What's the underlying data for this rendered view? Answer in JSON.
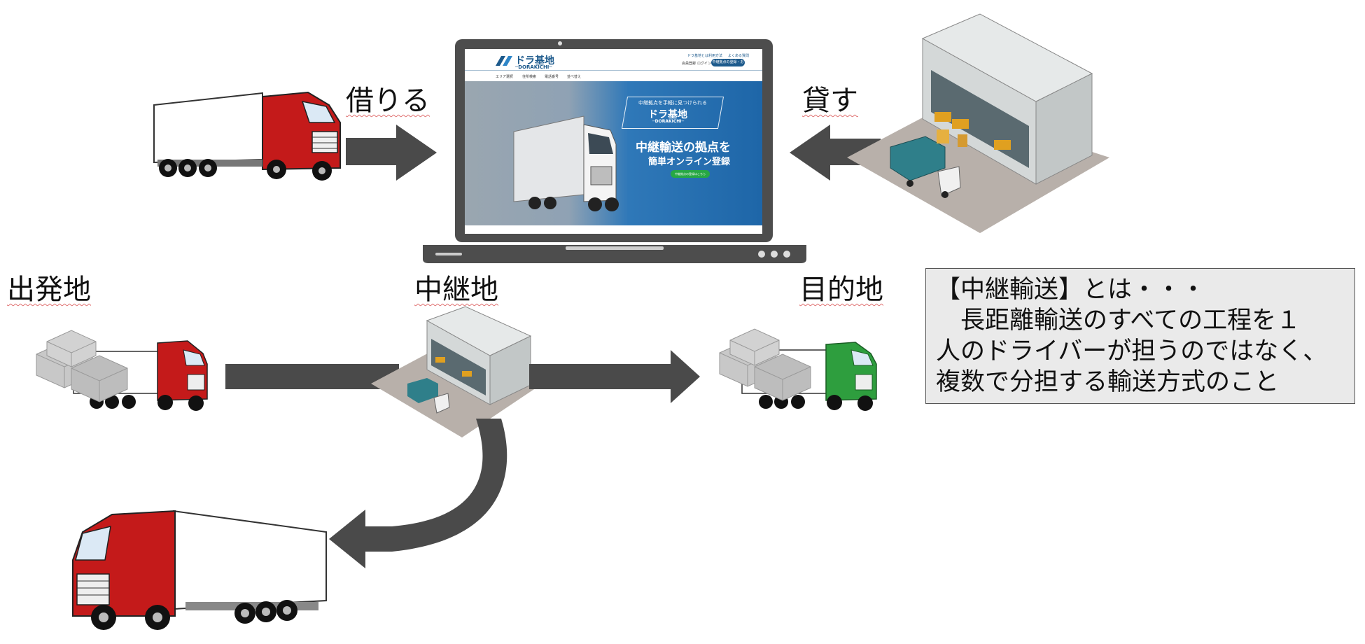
{
  "labels": {
    "borrow": "借りる",
    "lend": "貸す",
    "origin": "出発地",
    "relay": "中継地",
    "destination": "目的地"
  },
  "info_box": {
    "line1": "【中継輸送】とは・・・",
    "line2": "　長距離輸送のすべての工程を１",
    "line3": "人のドライバーが担うのではなく、",
    "line4": "複数で分担する輸送方式のこと"
  },
  "website": {
    "brand": "ドラ基地",
    "brand_sub": "─DORAKICHI─",
    "header_links": [
      "ドラ基地とは",
      "利用方法",
      "よくある質問"
    ],
    "header_links2": [
      "会員登録",
      "ログイン"
    ],
    "header_button": "中継拠点の登録・お問い合わせ",
    "nav": [
      "エリア選択",
      "住所検索",
      "電話番号",
      "並べ替え"
    ],
    "hero_catch": "中継拠点を手軽に見つけられる",
    "hero_name": "ドラ基地",
    "hero_name_sub": "─DORAKICHI─",
    "hero_main": "中継輸送の拠点を",
    "hero_main2": "簡単オンライン登録",
    "hero_cta": "中継拠点の登録はこちら"
  },
  "colors": {
    "arrow": "#4a4a4a",
    "truck_red": "#c41a1a",
    "truck_green": "#2e9e3e",
    "laptop_frame": "#4d4d4d",
    "site_accent": "#1d5a8c"
  }
}
